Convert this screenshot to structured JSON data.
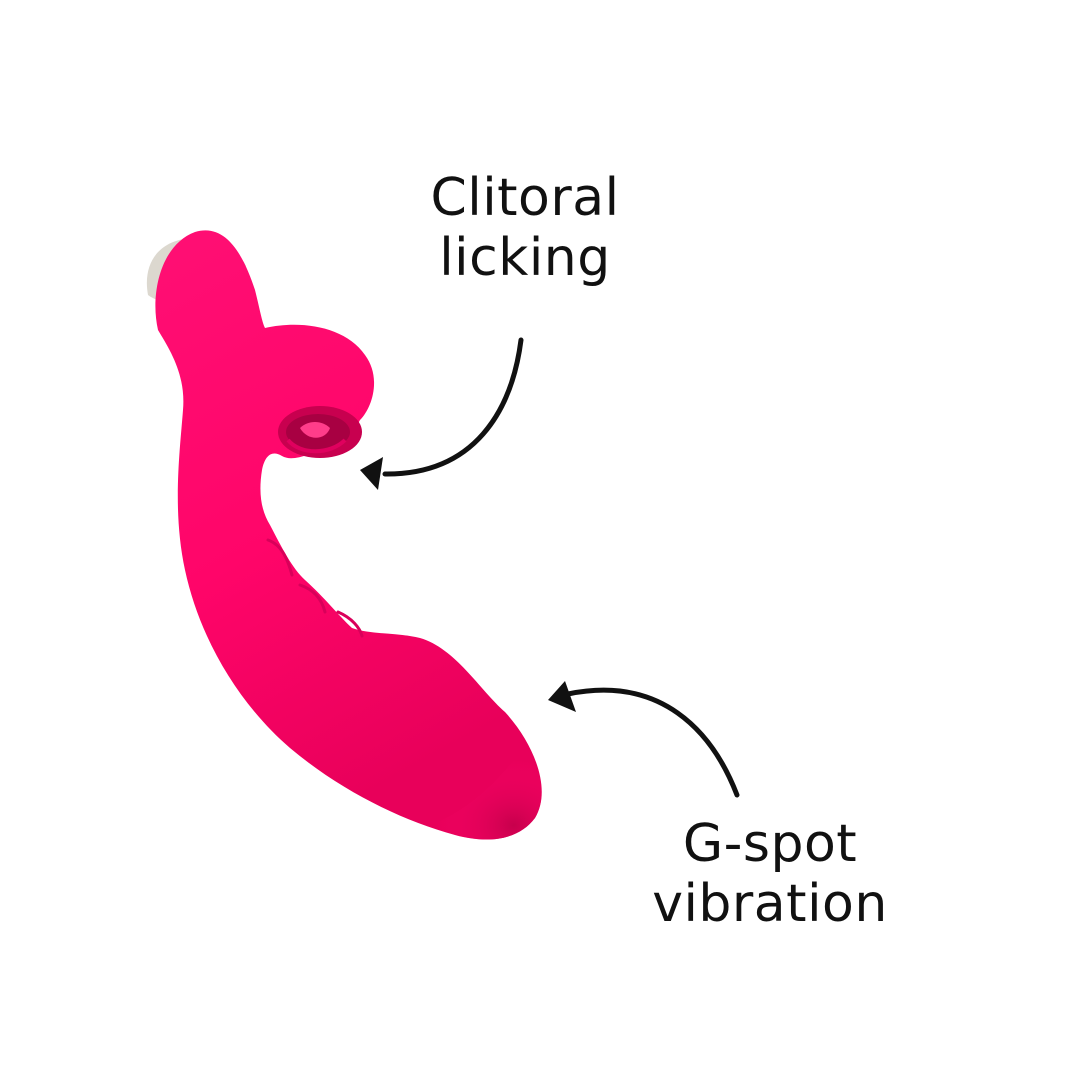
{
  "image": {
    "background": "#ffffff",
    "product_color": "#ff0a6c",
    "accent_color": "#dcd8cf",
    "text_color": "#111111"
  },
  "callouts": [
    {
      "id": "clitoral",
      "lines": [
        "Clitoral",
        "licking"
      ]
    },
    {
      "id": "gspot",
      "lines": [
        "G-spot",
        "vibration"
      ]
    }
  ]
}
